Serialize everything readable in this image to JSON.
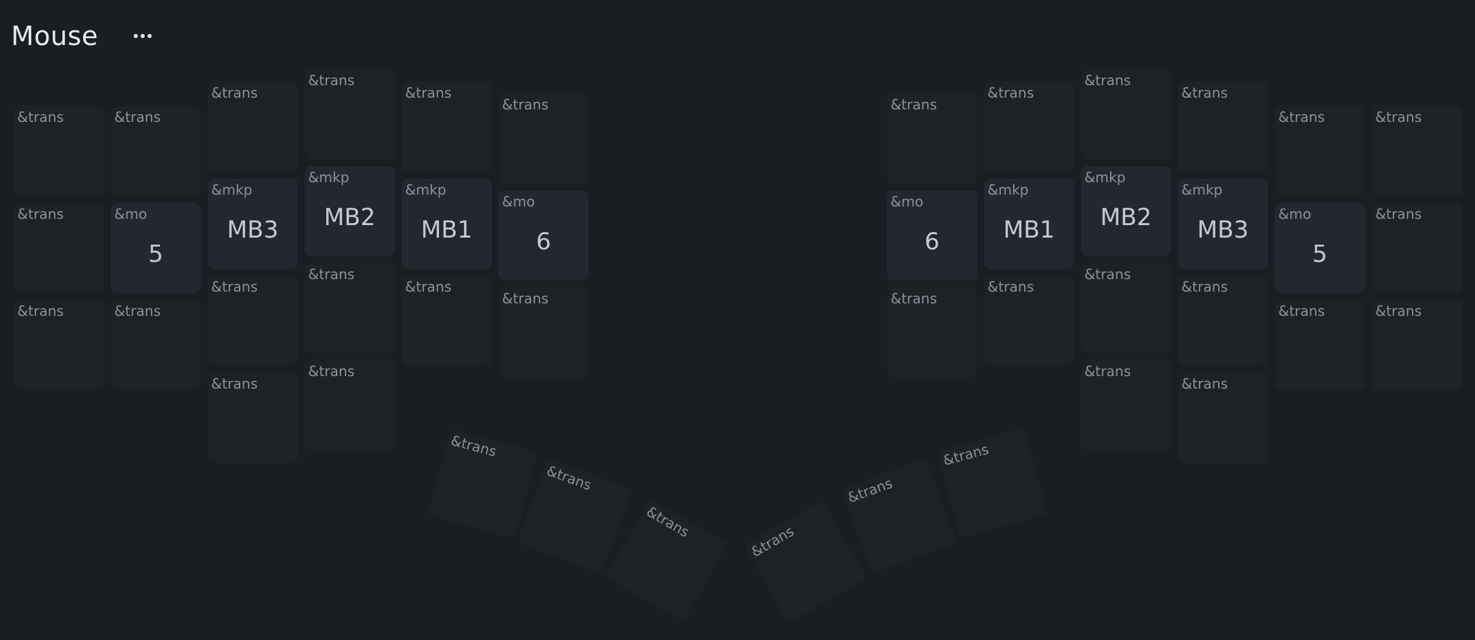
{
  "layer": {
    "title": "Mouse",
    "menu_icon": "more-dots-icon"
  },
  "keys": {
    "left": [
      {
        "name": "key-left-c0-r0",
        "binding": "&trans",
        "param": ""
      },
      {
        "name": "key-left-c1-r0",
        "binding": "&trans",
        "param": ""
      },
      {
        "name": "key-left-c2-r0",
        "binding": "&trans",
        "param": ""
      },
      {
        "name": "key-left-c3-r0",
        "binding": "&trans",
        "param": ""
      },
      {
        "name": "key-left-c4-r0",
        "binding": "&trans",
        "param": ""
      },
      {
        "name": "key-left-c5-r0",
        "binding": "&trans",
        "param": ""
      },
      {
        "name": "key-left-c0-r1",
        "binding": "&trans",
        "param": ""
      },
      {
        "name": "key-left-c1-r1",
        "binding": "&mo",
        "param": "5"
      },
      {
        "name": "key-left-c2-r1",
        "binding": "&mkp",
        "param": "MB3"
      },
      {
        "name": "key-left-c3-r1",
        "binding": "&mkp",
        "param": "MB2"
      },
      {
        "name": "key-left-c4-r1",
        "binding": "&mkp",
        "param": "MB1"
      },
      {
        "name": "key-left-c5-r1",
        "binding": "&mo",
        "param": "6"
      },
      {
        "name": "key-left-c0-r2",
        "binding": "&trans",
        "param": ""
      },
      {
        "name": "key-left-c1-r2",
        "binding": "&trans",
        "param": ""
      },
      {
        "name": "key-left-c2-r2",
        "binding": "&trans",
        "param": ""
      },
      {
        "name": "key-left-c3-r2",
        "binding": "&trans",
        "param": ""
      },
      {
        "name": "key-left-c4-r2",
        "binding": "&trans",
        "param": ""
      },
      {
        "name": "key-left-c5-r2",
        "binding": "&trans",
        "param": ""
      },
      {
        "name": "key-left-c2-r3",
        "binding": "&trans",
        "param": ""
      },
      {
        "name": "key-left-c3-r3",
        "binding": "&trans",
        "param": ""
      },
      {
        "name": "key-left-thumb-0",
        "binding": "&trans",
        "param": ""
      },
      {
        "name": "key-left-thumb-1",
        "binding": "&trans",
        "param": ""
      },
      {
        "name": "key-left-thumb-2",
        "binding": "&trans",
        "param": ""
      }
    ],
    "right": [
      {
        "name": "key-right-c0-r0",
        "binding": "&trans",
        "param": ""
      },
      {
        "name": "key-right-c1-r0",
        "binding": "&trans",
        "param": ""
      },
      {
        "name": "key-right-c2-r0",
        "binding": "&trans",
        "param": ""
      },
      {
        "name": "key-right-c3-r0",
        "binding": "&trans",
        "param": ""
      },
      {
        "name": "key-right-c4-r0",
        "binding": "&trans",
        "param": ""
      },
      {
        "name": "key-right-c5-r0",
        "binding": "&trans",
        "param": ""
      },
      {
        "name": "key-right-c0-r1",
        "binding": "&mo",
        "param": "6"
      },
      {
        "name": "key-right-c1-r1",
        "binding": "&mkp",
        "param": "MB1"
      },
      {
        "name": "key-right-c2-r1",
        "binding": "&mkp",
        "param": "MB2"
      },
      {
        "name": "key-right-c3-r1",
        "binding": "&mkp",
        "param": "MB3"
      },
      {
        "name": "key-right-c4-r1",
        "binding": "&mo",
        "param": "5"
      },
      {
        "name": "key-right-c5-r1",
        "binding": "&trans",
        "param": ""
      },
      {
        "name": "key-right-c0-r2",
        "binding": "&trans",
        "param": ""
      },
      {
        "name": "key-right-c1-r2",
        "binding": "&trans",
        "param": ""
      },
      {
        "name": "key-right-c2-r2",
        "binding": "&trans",
        "param": ""
      },
      {
        "name": "key-right-c3-r2",
        "binding": "&trans",
        "param": ""
      },
      {
        "name": "key-right-c4-r2",
        "binding": "&trans",
        "param": ""
      },
      {
        "name": "key-right-c5-r2",
        "binding": "&trans",
        "param": ""
      },
      {
        "name": "key-right-c2-r3",
        "binding": "&trans",
        "param": ""
      },
      {
        "name": "key-right-c3-r3",
        "binding": "&trans",
        "param": ""
      },
      {
        "name": "key-right-thumb-0",
        "binding": "&trans",
        "param": ""
      },
      {
        "name": "key-right-thumb-1",
        "binding": "&trans",
        "param": ""
      },
      {
        "name": "key-right-thumb-2",
        "binding": "&trans",
        "param": ""
      }
    ]
  }
}
